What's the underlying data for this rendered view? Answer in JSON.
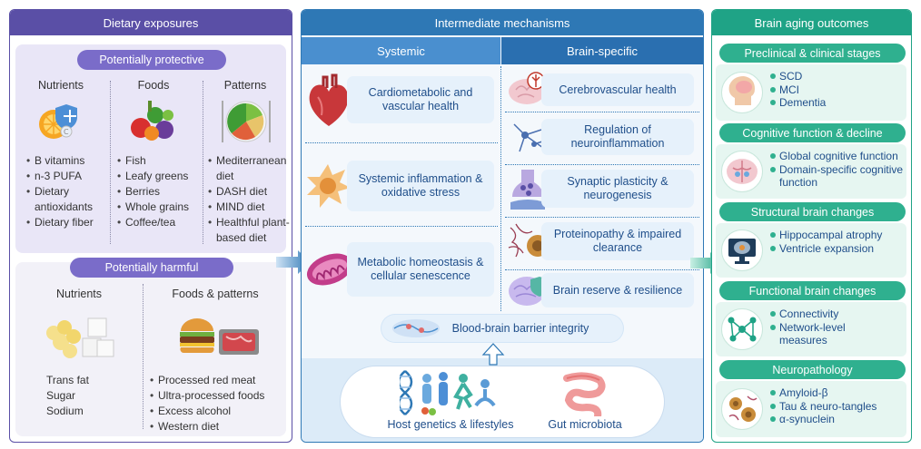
{
  "left": {
    "title": "Dietary exposures",
    "protective": {
      "pill": "Potentially protective",
      "columns": [
        {
          "head": "Nutrients",
          "items": [
            "B vitamins",
            "n-3 PUFA",
            "Dietary antioxidants",
            "Dietary fiber"
          ]
        },
        {
          "head": "Foods",
          "items": [
            "Fish",
            "Leafy greens",
            "Berries",
            "Whole grains",
            "Coffee/tea"
          ]
        },
        {
          "head": "Patterns",
          "items": [
            "Mediterranean diet",
            "DASH diet",
            "MIND  diet",
            "Healthful plant-based diet"
          ]
        }
      ]
    },
    "harmful": {
      "pill": "Potentially harmful",
      "columns": [
        {
          "head": "Nutrients",
          "items": [
            "Trans fat",
            "Sugar",
            "Sodium"
          ]
        },
        {
          "head": "Foods & patterns",
          "items": [
            "Processed red meat",
            "Ultra-processed foods",
            "Excess alcohol",
            "Western diet"
          ]
        }
      ]
    }
  },
  "mid": {
    "title": "Intermediate mechanisms",
    "systemic": {
      "head": "Systemic",
      "items": [
        "Cardiometabolic and vascular health",
        "Systemic inflammation & oxidative stress",
        "Metabolic homeostasis & cellular senescence"
      ]
    },
    "brain": {
      "head": "Brain-specific",
      "items": [
        "Cerebrovascular health",
        "Regulation of neuroinflammation",
        "Synaptic plasticity & neurogenesis",
        "Proteinopathy & impaired clearance",
        "Brain reserve & resilience"
      ]
    },
    "bbb": "Blood-brain barrier integrity",
    "bottom": {
      "genetics": "Host  genetics & lifestyles",
      "gut": "Gut microbiota"
    }
  },
  "right": {
    "title": "Brain aging outcomes",
    "sections": [
      {
        "head": "Preclinical & clinical stages",
        "items": [
          "SCD",
          "MCI",
          "Dementia"
        ]
      },
      {
        "head": "Cognitive function & decline",
        "items": [
          "Global cognitive function",
          "Domain-specific cognitive function"
        ]
      },
      {
        "head": "Structural brain changes",
        "items": [
          "Hippocampal atrophy",
          "Ventricle expansion"
        ]
      },
      {
        "head": "Functional brain changes",
        "items": [
          "Connectivity",
          "Network-level measures"
        ]
      },
      {
        "head": "Neuropathology",
        "items": [
          "Amyloid-β",
          "Tau & neuro-tangles",
          "α-synuclein"
        ]
      }
    ]
  },
  "colors": {
    "left": "#5a4fa6",
    "mid": "#2e78b5",
    "right": "#1fa386"
  }
}
